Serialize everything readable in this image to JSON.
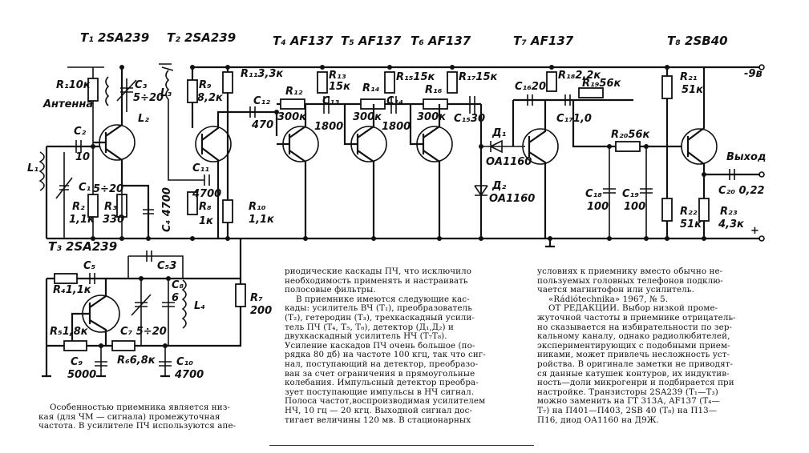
{
  "schematic": {
    "transistors": {
      "t1": "T₁ 2SA239",
      "t2": "T₂ 2SA239",
      "t3": "T₃ 2SA239",
      "t4": "T₄ AF137",
      "t5": "T₅ AF137",
      "t6": "T₆ AF137",
      "t7": "T₇ AF137",
      "t8": "T₈ 2SB40"
    },
    "components": {
      "r1": "R₁10к",
      "antenna": "Антенна",
      "c2": "C₂",
      "c2v": "10",
      "c3": "C₃",
      "c3v": "5÷20",
      "l2": "L₂",
      "l3": "L₃",
      "r9": "R₉",
      "r9v": "8,2к",
      "r11": "R₁₁3,3к",
      "c12": "C₁₂",
      "c12v": "470",
      "r12": "R₁₂",
      "r12v": "300к",
      "r13": "R₁₃",
      "r13v": "15к",
      "c13": "C₁₃",
      "c13v": "1800",
      "r14": "R₁₄",
      "r14v": "300к",
      "r15": "R₁₅15к",
      "c14": "C₁₄",
      "c14v": "1800",
      "r16": "R₁₆",
      "r16v": "300к",
      "r17": "R₁₇15к",
      "c15": "C₁₅30",
      "c16": "C₁₆20",
      "r18": "R₁₈2,2к",
      "r19": "R₁₉56к",
      "c17": "C₁₇1,0",
      "d1": "Д₁",
      "d1v": "ОА1160",
      "d2": "Д₂",
      "d2v": "ОА1160",
      "r20": "R₂₀56к",
      "r21": "R₂₁",
      "r21v": "51к",
      "vminus": "-9в",
      "out": "Выход",
      "c20": "C₂₀ 0,22",
      "plus": "+",
      "c18": "C₁₈",
      "c18v": "100",
      "c19": "C₁₉",
      "c19v": "100",
      "r22": "R₂₂",
      "r22v": "51к",
      "r23": "R₂₃",
      "r23v": "4,3к",
      "l1": "L₁",
      "c1": "C₁",
      "c1v": "5÷20",
      "r2": "R₂",
      "r2v": "1,1к",
      "r3": "R₃",
      "r3v": "330",
      "c4": "C₄ 4700",
      "c11": "C₁₁",
      "c11v": "4700",
      "r8": "R₈",
      "r8v": "1к",
      "r10": "R₁₀",
      "r10v": "1,1к",
      "c5": "C₅",
      "c6": "C₅3",
      "r4": "R₄1,1к",
      "c8": "C₈",
      "c8v": "6",
      "l4": "L₄",
      "r7": "R₇",
      "r7v": "200",
      "r5": "R₅1,8к",
      "c7": "C₇ 5÷20",
      "c9": "C₉",
      "c9v": "5000",
      "r6": "R₆6,8к",
      "c10": "C₁₀",
      "c10v": "4700"
    }
  },
  "text": {
    "col1": [
      "Особенностью приемника является низ-",
      "кая (для ЧМ — сигнала) промежуточная",
      "частота. В усилителе ПЧ используются апе-"
    ],
    "col2": [
      "риодические каскады ПЧ, что исключило",
      "необходимость применять и настраивать",
      "полосовые фильтры.",
      "В приемнике имеются следующие кас-",
      "кады: усилитель ВЧ (T₁), преобразователь",
      "(T₂), гетеродин (T₃), трехкаскадный усили-",
      "тель ПЧ (T₄, T₅, T₆), детектор (Д₁,Д₂) и",
      "двухкаскадный усилитель НЧ (T₇T₈).",
      "Усиление каскадов ПЧ очень большое (по-",
      "рядка 80 дб) на частоте 100 кгц, так что сиг-",
      "нал, поступающий на детектор, преобразо-",
      "ван за счет ограничения в прямоугольные",
      "колебания. Импульсный детектор преобра-",
      "зует поступающие импульсы в НЧ сигнал.",
      "Полоса частот,воспроизводимая усилителем",
      "НЧ, 10 гц — 20 кгц. Выходной сигнал дос-",
      "тигает величины 120 мв. В стационарных"
    ],
    "col3": [
      "условиях к приемнику вместо обычно не-",
      "пользуемых головных телефонов подклю-",
      "чается магнитофон или усилитель.",
      "«Rádiótechnika» 1967, № 5.",
      "ОТ РЕДАКЦИИ. Выбор низкой проме-",
      "жуточной частоты в приемнике отрицатель-",
      "но сказывается на избирательности по зер-",
      "кальному каналу, однако радиолюбителей,",
      "экспериментирующих с подобными прием-",
      "никами, может привлечь несложность уст-",
      "ройства. В оригинале заметки не приводят-",
      "ся данные катушек контуров, их индуктив-",
      "ность—доли микрогенри и подбирается при",
      "настройке. Транзисторы 2SA239 (T₁—T₃)",
      "можно заменить на ГТ 313А, AF137 (T₄—",
      "T₇) на П401—П403, 2SB 40 (T₈) на П13—",
      "П16, диод ОА1160 на Д9Ж."
    ]
  }
}
